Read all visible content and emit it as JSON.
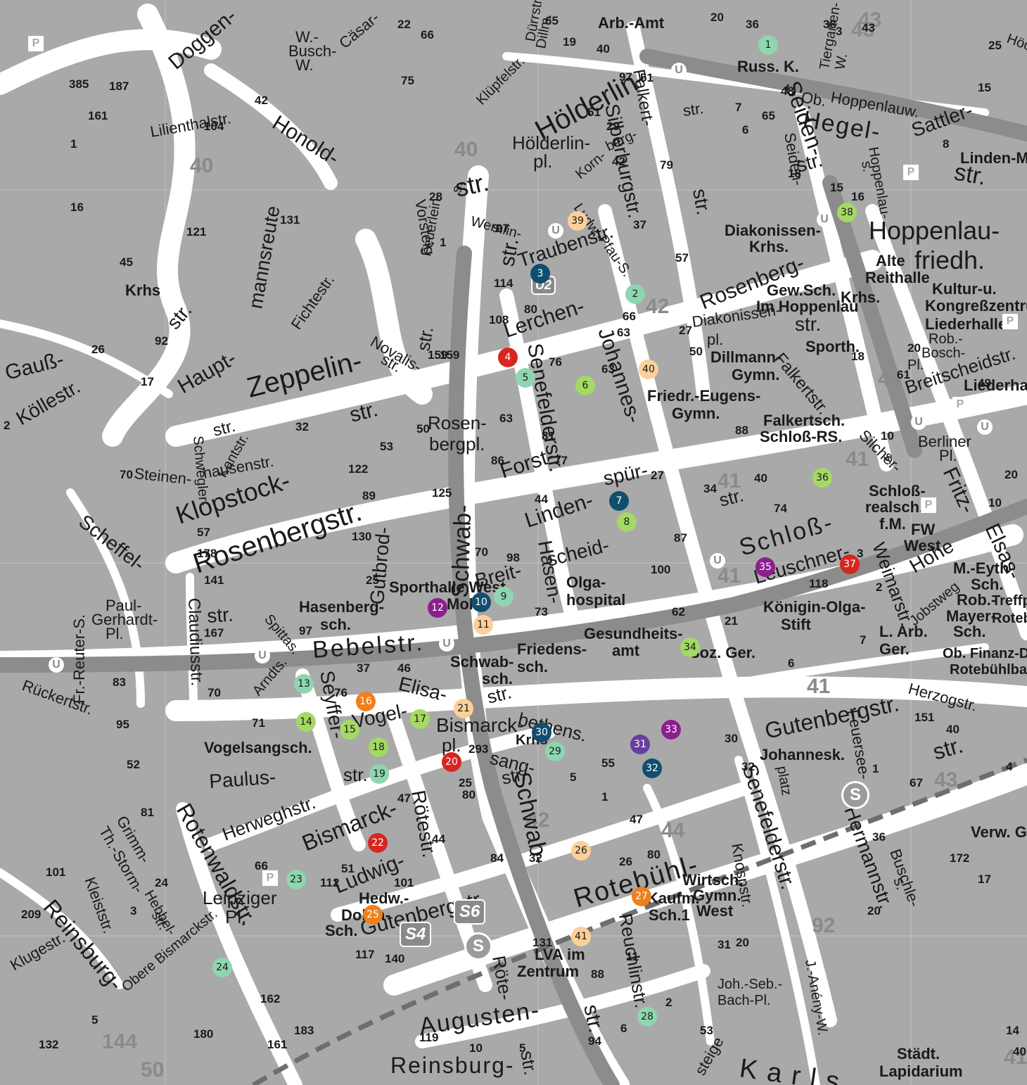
{
  "map": {
    "colors": {
      "background": "#ffffff",
      "block": "#a9a9a9",
      "road": "#ffffff",
      "tram": "#8c8c8c",
      "rail": "#6e6e6e",
      "label": "#1a1a1a"
    },
    "marker_colors": {
      "red": "#d7261e",
      "orange": "#f07f1c",
      "peach": "#fbd09a",
      "teal": "#8fd6b0",
      "lime": "#a4d964",
      "navy": "#0f4e6e",
      "purple": "#8b1f8e",
      "violet": "#6a3da0"
    },
    "markers": [
      {
        "number": "1",
        "color": "teal"
      },
      {
        "number": "2",
        "color": "teal"
      },
      {
        "number": "3",
        "color": "navy"
      },
      {
        "number": "4",
        "color": "red"
      },
      {
        "number": "5",
        "color": "teal"
      },
      {
        "number": "6",
        "color": "lime"
      },
      {
        "number": "7",
        "color": "navy"
      },
      {
        "number": "8",
        "color": "lime"
      },
      {
        "number": "9",
        "color": "teal"
      },
      {
        "number": "10",
        "color": "navy"
      },
      {
        "number": "11",
        "color": "peach"
      },
      {
        "number": "12",
        "color": "purple"
      },
      {
        "number": "13",
        "color": "teal"
      },
      {
        "number": "14",
        "color": "lime"
      },
      {
        "number": "15",
        "color": "lime"
      },
      {
        "number": "16",
        "color": "orange"
      },
      {
        "number": "17",
        "color": "lime"
      },
      {
        "number": "18",
        "color": "lime"
      },
      {
        "number": "19",
        "color": "teal"
      },
      {
        "number": "20",
        "color": "red"
      },
      {
        "number": "21",
        "color": "peach"
      },
      {
        "number": "22",
        "color": "red"
      },
      {
        "number": "23",
        "color": "teal"
      },
      {
        "number": "24",
        "color": "teal"
      },
      {
        "number": "25",
        "color": "orange"
      },
      {
        "number": "26",
        "color": "peach"
      },
      {
        "number": "27",
        "color": "orange"
      },
      {
        "number": "28",
        "color": "teal"
      },
      {
        "number": "29",
        "color": "teal"
      },
      {
        "number": "30",
        "color": "navy"
      },
      {
        "number": "31",
        "color": "violet"
      },
      {
        "number": "32",
        "color": "navy"
      },
      {
        "number": "33",
        "color": "purple"
      },
      {
        "number": "34",
        "color": "lime"
      },
      {
        "number": "35",
        "color": "purple"
      },
      {
        "number": "36",
        "color": "lime"
      },
      {
        "number": "37",
        "color": "red"
      },
      {
        "number": "38",
        "color": "lime"
      },
      {
        "number": "39",
        "color": "peach"
      },
      {
        "number": "40",
        "color": "peach"
      },
      {
        "number": "41",
        "color": "peach"
      }
    ],
    "street_labels": [
      "Hölderlin-",
      "str.",
      "Zeppelin-",
      "str.",
      "Rosenbergstr.",
      "Klopstock-",
      "Bebelstr.",
      "Schwab-",
      "str.",
      "Schwab-",
      "str.",
      "Rotebühl-",
      "str.",
      "Augusten-",
      "Reinsburg-",
      "Rotenwaldstr.",
      "Reinsburg-",
      "Bismarck-",
      "Ludwig-",
      "Gutenbergstr.",
      "Gutenbergstr.",
      "Senefelderstr.",
      "Senefelderstr.",
      "Johannes-",
      "str.",
      "Silberburgstr.",
      "Hegel-",
      "str.",
      "Seiden-",
      "str.",
      "Schloß-",
      "str.",
      "Rosenberg-",
      "str.",
      "Lerchen-",
      "Forst-",
      "Linden-",
      "spür-",
      "Breit-",
      "scheid-",
      "Hasen-",
      "Leuschner-",
      "Weimarstr.",
      "Hermannstr.",
      "Reuchlinstr.",
      "Röte-",
      "str.",
      "Rötestr.",
      "Vogel-",
      "sang-",
      "str.",
      "Elisa-",
      "bethens.",
      "str.",
      "Paulus-",
      "str.",
      "Herweghstr.",
      "Seyffer-",
      "str.",
      "Gutbrod-",
      "str.",
      "Claudiusstr.",
      "Honold-",
      "Haupt-",
      "mannsreute",
      "Gauß-",
      "Köllestr.",
      "Scheffel-",
      "str.",
      "Hoppenlau-",
      "friedh.",
      "Breitscheidstr.",
      "Fritz-",
      "Elsas-",
      "Hohe",
      "Falkertstr.",
      "Knospstr.",
      "Buschle-",
      "s.",
      "Traubenstr.",
      "Karls",
      "Schwegler-",
      "Kantstr.",
      "Steinen-",
      "hausenstr.",
      "Novalis-",
      "str.",
      "Spittas.",
      "Arndts.",
      "Rückertstr.",
      "Fr.-Reuter-S.",
      "Grimm-",
      "Th.-Storm-",
      "Kleiststr.",
      "Klugestr.",
      "Obere Bismarckstr.",
      "Hebbel-",
      "str.",
      "Feuersee-",
      "Herzogstr.",
      "Silcher-",
      "s.",
      "Ludw.-",
      "Pfau-S.",
      "Korn-",
      "berg-",
      "Falkert-",
      "str.",
      "Seiden-",
      "Doggen-",
      "Lilienthalstr.",
      "Fichtestr.",
      "Vorsteig",
      "Feuerlein-",
      "s.",
      "Wernlin-",
      "s.",
      "Diakonissen-",
      "pl.",
      "Jobstweg",
      "J.-Anény-W.",
      "steige",
      "Dürrstr.",
      "Klüpfelstr.",
      "Cäsar-",
      "W.-",
      "Busch-",
      "W.",
      "Tiergarten-",
      "W.",
      "Sattler-",
      "Hoppenlauw.",
      "Ob.",
      "Hoppenlau-",
      "s.",
      "platz",
      "Höche-",
      "Dillm.",
      "Paul-",
      "Gerhardt-",
      "Pl.",
      "str."
    ],
    "poi_labels": [
      "Sporthalle West",
      "Molt",
      "Hasenberg-",
      "sch.",
      "Vogelsangsch.",
      "Schwab-",
      "sch.",
      "Friedens-",
      "sch.",
      "Olga-",
      "hospital",
      "Gesundheits-",
      "amt",
      "Soz. Ger.",
      "Königin-Olga-",
      "Stift",
      "L. Arb.",
      "Ger.",
      "Johannesk.",
      "Wirtsch.",
      "Gymn.",
      "West",
      "Kaufm.",
      "Sch.1",
      "Hedw.-",
      "Dohm-",
      "Sch.",
      "LVA im",
      "Zentrum",
      "Leipziger",
      "Pl.",
      "Bismarck-",
      "pl.",
      "Rosen-",
      "bergpl.",
      "Hölderlin-",
      "pl.",
      "Diakonissen-",
      "Krhs.",
      "Gew.Sch.",
      "Im Hoppenlau",
      "Krhs.",
      "Alte",
      "Reithalle",
      "Kultur-u.",
      "Kongreßzentrum",
      "Liederhalle",
      "Rob.-",
      "Bosch-",
      "Pl.",
      "Liederhalle",
      "Sporth.",
      "Dillmann-",
      "Gymn.",
      "Friedr.-Eugens-",
      "Gymn.",
      "Falkertsch.",
      "Schloß-RS.",
      "Schloß-",
      "realsch.",
      "f.M.",
      "FW",
      "West",
      "Berliner",
      "Pl.",
      "M.-Eyth-",
      "Sch.",
      "Rob.-",
      "Mayer-",
      "Sch.",
      "Ob. Finanz-Dir.",
      "Rotebühlbau",
      "Treffp.",
      "Rotebühl",
      "Verw. Ger.",
      "Joh.-Seb.-",
      "Bach-Pl.",
      "Städt.",
      "Lapidarium",
      "Krhs",
      "Russ. K.",
      "Arb.-Amt",
      "Linden-Mus.",
      "Krhs",
      "Krhs"
    ],
    "house_numbers": [
      "385",
      "187",
      "161",
      "1",
      "16",
      "45",
      "121",
      "131",
      "104",
      "42",
      "75",
      "66",
      "22",
      "65",
      "19",
      "40",
      "97",
      "51",
      "29",
      "51",
      "42",
      "79",
      "57",
      "20",
      "7",
      "65",
      "6",
      "18",
      "15",
      "16",
      "48",
      "3",
      "43",
      "25",
      "15",
      "8",
      "36",
      "38",
      "26",
      "92",
      "17",
      "2",
      "32",
      "70",
      "57",
      "178",
      "141",
      "167",
      "97",
      "83",
      "95",
      "70",
      "76",
      "37",
      "46",
      "71",
      "52",
      "81",
      "66",
      "101",
      "209",
      "24",
      "3",
      "112",
      "51",
      "101",
      "117",
      "140",
      "47",
      "44",
      "84",
      "32",
      "80",
      "25",
      "293",
      "55",
      "1",
      "47",
      "26",
      "80",
      "11",
      "88",
      "94",
      "119",
      "10",
      "5",
      "6",
      "2",
      "53",
      "131",
      "162",
      "183",
      "161",
      "180",
      "132",
      "5",
      "122",
      "89",
      "130",
      "53",
      "125",
      "50",
      "63",
      "86",
      "81",
      "77",
      "44",
      "70",
      "98",
      "73",
      "25",
      "108",
      "114",
      "80",
      "76",
      "63",
      "66",
      "27",
      "50",
      "63",
      "88",
      "34",
      "40",
      "27",
      "87",
      "74",
      "100",
      "62",
      "21",
      "118",
      "3",
      "2",
      "7",
      "6",
      "30",
      "32",
      "151",
      "40",
      "67",
      "36",
      "172",
      "17",
      "14",
      "159",
      "28",
      "1",
      "159",
      "97",
      "37",
      "49",
      "18",
      "20",
      "10",
      "31",
      "20",
      "61",
      "20",
      "10",
      "5",
      "4",
      "1",
      "20",
      "40",
      "2",
      "45"
    ],
    "transit_labels": [
      "S4",
      "S6",
      "U2"
    ],
    "grid_numbers": [
      "40",
      "40",
      "42",
      "43",
      "41",
      "41",
      "41",
      "41",
      "42",
      "44",
      "43",
      "92",
      "41",
      "43",
      "44",
      "50",
      "144"
    ]
  }
}
